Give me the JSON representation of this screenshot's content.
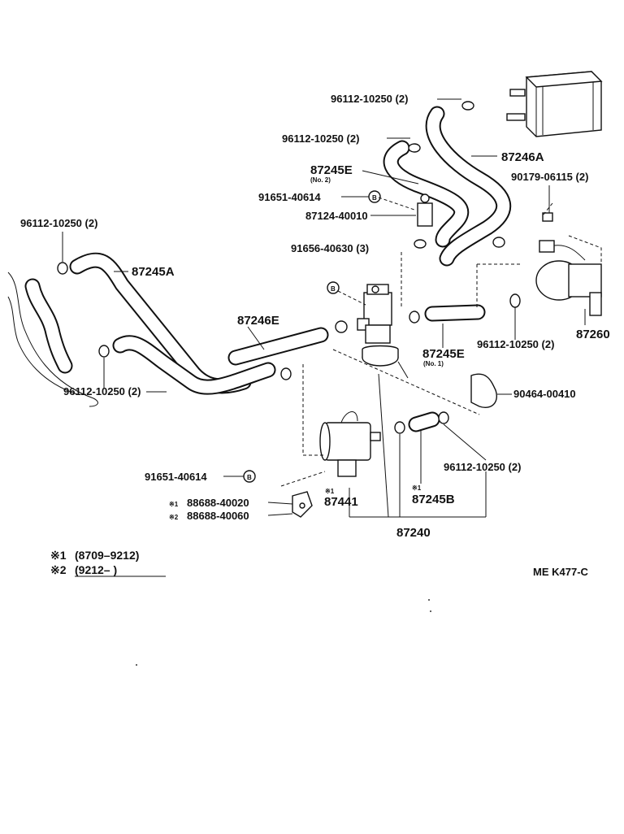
{
  "labels": {
    "hose_87246a": "87246A",
    "hose_87245e_no2": "87245E",
    "hose_87245e_no2_note": "(No. 2)",
    "hose_87245a": "87245A",
    "hose_87246e": "87246E",
    "hose_87245e_no1": "87245E",
    "hose_87245e_no1_note": "(No. 1)",
    "hose_87245b": "87245B",
    "hose_87245b_mark": "※1",
    "clamp_top_1": "96112-10250 (2)",
    "clamp_top_2": "96112-10250 (2)",
    "clamp_left_upper": "96112-10250 (2)",
    "clamp_left_lower": "96112-10250 (2)",
    "clamp_right_mid": "96112-10250 (2)",
    "clamp_right_low": "96112-10250 (2)",
    "plug_91651_upper": "91651-40614",
    "plug_91651_lower": "91651-40614",
    "bracket_87124": "87124-40010",
    "plug_91656": "91656-40630 (3)",
    "grommet_90179": "90179-06115 (2)",
    "clip_90464": "90464-00410",
    "valve_87260": "87260",
    "valve_87441": "87441",
    "valve_87441_mark": "※1",
    "assembly_87240": "87240",
    "bracket_88688_20": "88688-40020",
    "bracket_88688_20_mark": "※1",
    "bracket_88688_60": "88688-40060",
    "bracket_88688_60_mark": "※2",
    "plug_symbol": "B"
  },
  "legend": {
    "line1_mark": "※1",
    "line1_text": "(8709–9212)",
    "line2_mark": "※2",
    "line2_text": "(9212–        )"
  },
  "diagram_code": "ME K477-C"
}
